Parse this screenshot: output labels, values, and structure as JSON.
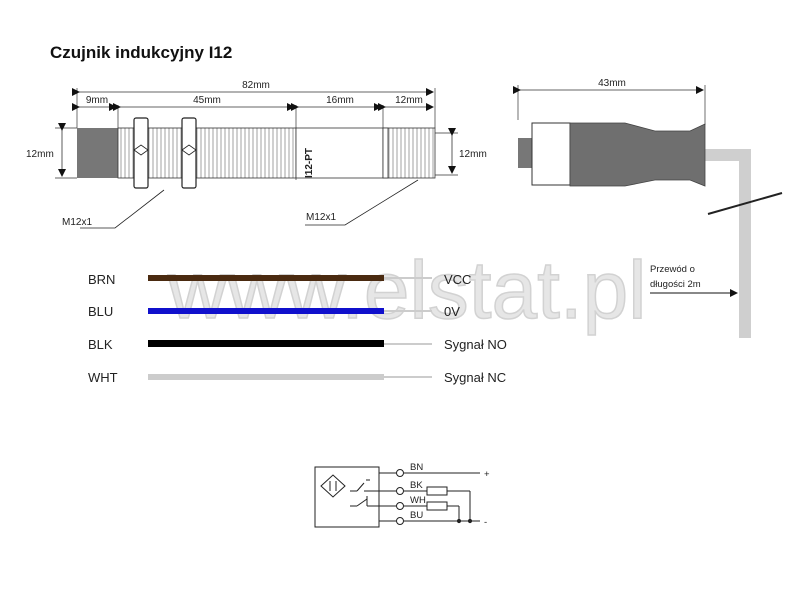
{
  "title": "Czujnik indukcyjny I12",
  "watermark": "www.elstat.pl",
  "sensor": {
    "model_label": "I12-PT",
    "dims": {
      "total": "82mm",
      "d9": "9mm",
      "d45": "45mm",
      "d16": "16mm",
      "d12": "12mm",
      "height_left": "12mm",
      "height_right": "12mm",
      "connector": "43mm"
    },
    "thread_labels": [
      "M12x1",
      "M12x1"
    ]
  },
  "cable_note": [
    "Przewód o",
    "długości 2m"
  ],
  "wires": [
    {
      "code": "BRN",
      "signal": "VCC",
      "color": "#4a2a10"
    },
    {
      "code": "BLU",
      "signal": "0V",
      "color": "#1010cc"
    },
    {
      "code": "BLK",
      "signal": "Sygnał NO",
      "color": "#000000"
    },
    {
      "code": "WHT",
      "signal": "Sygnał NC",
      "color": "#cccccc"
    }
  ],
  "schematic": {
    "terminals": [
      "BN",
      "BK",
      "WH",
      "BU"
    ],
    "plus": "+",
    "minus": "-"
  }
}
